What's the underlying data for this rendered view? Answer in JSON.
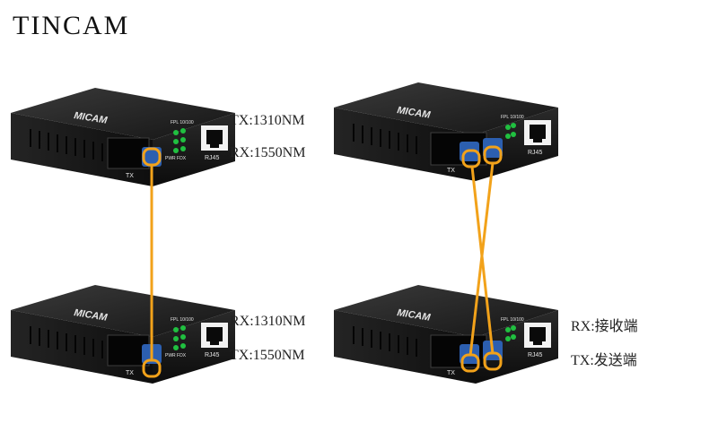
{
  "brand": "TINCAM",
  "labels": {
    "top_left_tx": "TX:1310NM",
    "top_left_rx": "RX:1550NM",
    "bottom_left_rx": "RX:1310NM",
    "bottom_left_tx": "TX:1550NM",
    "bottom_right_rx": "RX:接收端",
    "bottom_right_tx": "TX:发送端"
  },
  "device": {
    "logo": "MICAM",
    "port_label": "RJ45",
    "tx_label": "TX",
    "led_labels": [
      "FPL",
      "10/100",
      "FDX",
      "PWR",
      "FDX"
    ]
  },
  "colors": {
    "fiber": "#f2a21a",
    "device_body": "#1b1b1b",
    "led": "#20c040"
  }
}
